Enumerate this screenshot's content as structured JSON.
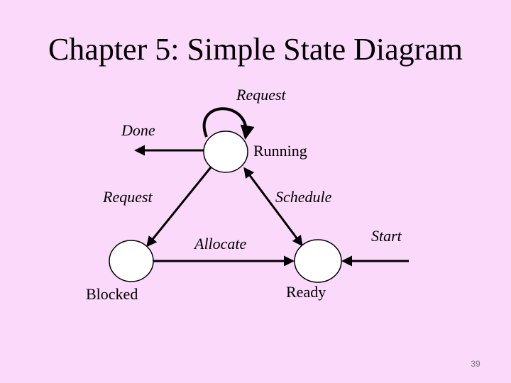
{
  "slide": {
    "title": "Chapter 5: Simple State Diagram",
    "page_number": "39"
  },
  "states": {
    "running": "Running",
    "blocked": "Blocked",
    "ready": "Ready"
  },
  "transitions": {
    "request_self": "Request",
    "done": "Done",
    "request_block": "Request",
    "schedule": "Schedule",
    "allocate": "Allocate",
    "start": "Start"
  },
  "colors": {
    "background": "#fbd9fb",
    "state_fill": "#ffffff",
    "line": "#000000"
  }
}
